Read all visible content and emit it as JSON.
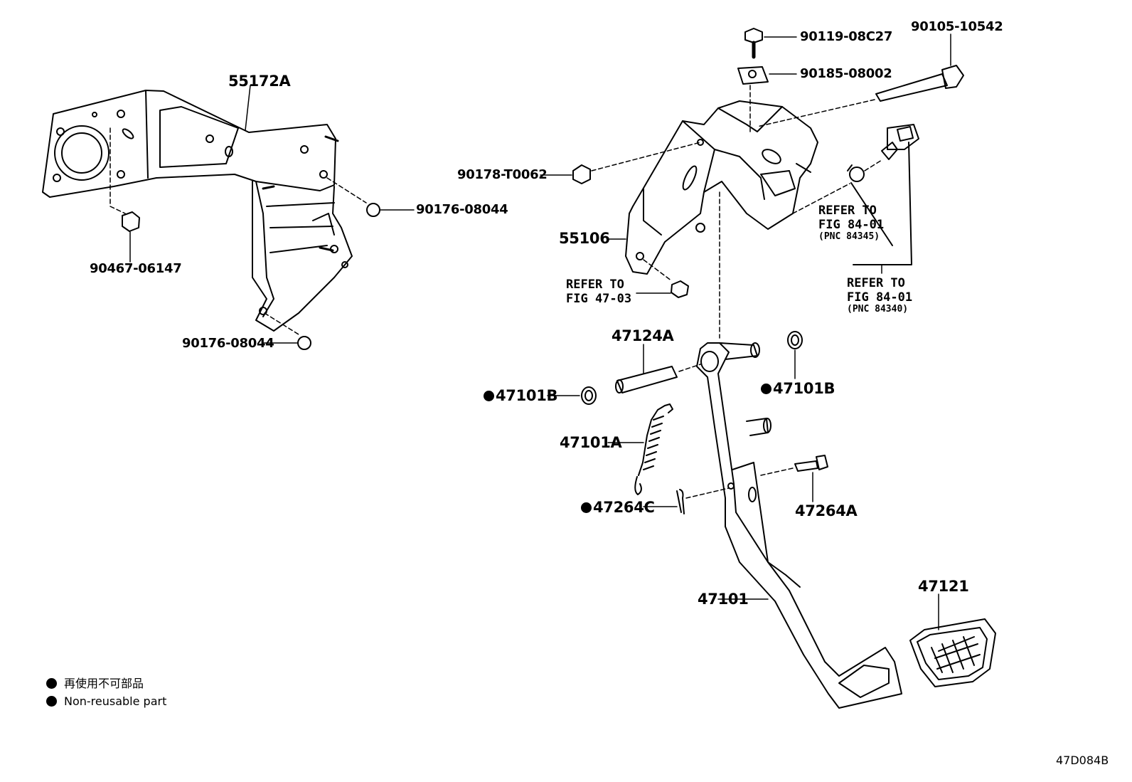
{
  "labels": {
    "p55172A": "55172A",
    "p90467_06147": "90467-06147",
    "p90176_08044_a": "90176-08044",
    "p90176_08044_b": "90176-08044",
    "p90119_08C27": "90119-08C27",
    "p90105_10542": "90105-10542",
    "p90185_08002": "90185-08002",
    "p90178_T0062": "90178-T0062",
    "p55106": "55106",
    "p47124A": "47124A",
    "p47101B_left": "47101B",
    "p47101B_right": "47101B",
    "p47101A": "47101A",
    "p47264C": "47264C",
    "p47264A": "47264A",
    "p47101": "47101",
    "p47121": "47121"
  },
  "refs": {
    "fig4703": {
      "line1": "REFER TO",
      "line2": "FIG 47-03"
    },
    "fig8401_pnc84345": {
      "line1": "REFER TO",
      "line2": "FIG 84-01",
      "line3": "(PNC 84345)"
    },
    "fig8401_pnc84340": {
      "line1": "REFER TO",
      "line2": "FIG 84-01",
      "line3": "(PNC 84340)"
    }
  },
  "legend": {
    "japanese": "再使用不可部品",
    "english": "Non-reusable part"
  },
  "figure_code": "47D084B"
}
